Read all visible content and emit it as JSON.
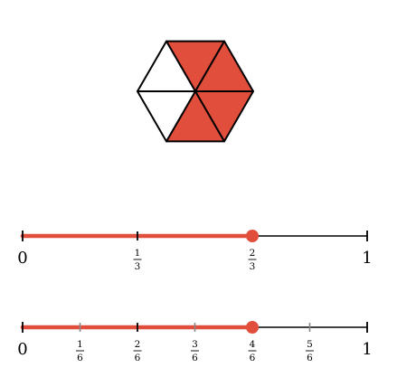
{
  "colors": {
    "fill": "#e24e3c",
    "line": "#000000",
    "unfilled": "#ffffff"
  },
  "hexagon": {
    "total_parts": 6,
    "shaded_parts": 4,
    "shaded_triangles": [
      0,
      1,
      2,
      3
    ]
  },
  "number_lines": [
    {
      "name": "thirds",
      "start_label": "0",
      "end_label": "1",
      "marked_value": 0.6667,
      "ticks": [
        {
          "value": 0.3333,
          "numerator": "1",
          "denominator": "3"
        },
        {
          "value": 0.6667,
          "numerator": "2",
          "denominator": "3"
        }
      ]
    },
    {
      "name": "sixths",
      "start_label": "0",
      "end_label": "1",
      "marked_value": 0.6667,
      "ticks": [
        {
          "value": 0.1667,
          "numerator": "1",
          "denominator": "6"
        },
        {
          "value": 0.3333,
          "numerator": "2",
          "denominator": "6"
        },
        {
          "value": 0.5,
          "numerator": "3",
          "denominator": "6"
        },
        {
          "value": 0.6667,
          "numerator": "4",
          "denominator": "6"
        },
        {
          "value": 0.8333,
          "numerator": "5",
          "denominator": "6"
        }
      ]
    }
  ]
}
